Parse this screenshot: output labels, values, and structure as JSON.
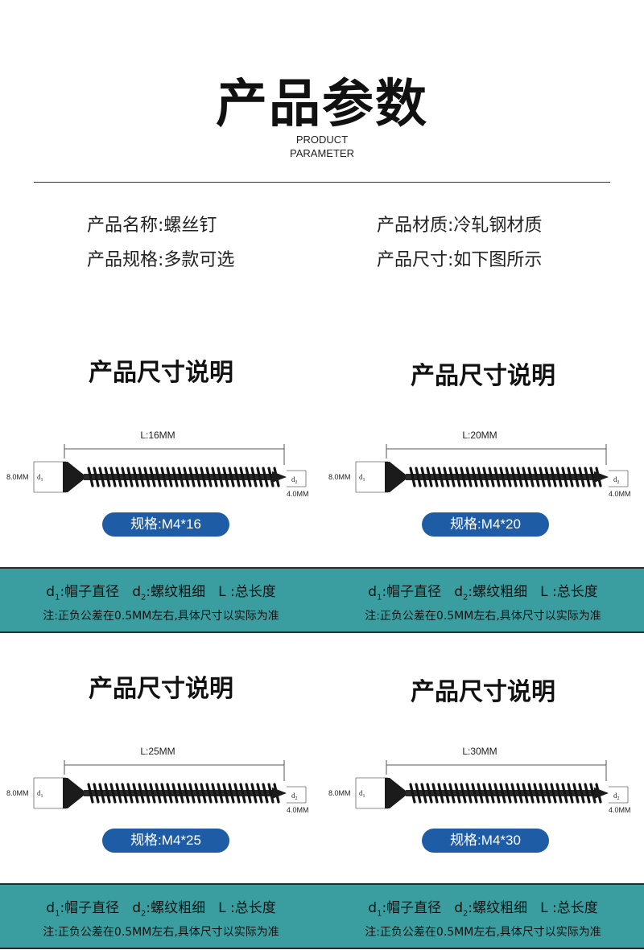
{
  "header": {
    "title": "产品参数",
    "subtitle_line1": "PRODUCT",
    "subtitle_line2": "PARAMETER"
  },
  "specs": {
    "name": "产品名称:螺丝钉",
    "material": "产品材质:冷轧钢材质",
    "variants": "产品规格:多款可选",
    "size": "产品尺寸:如下图所示"
  },
  "panels": [
    {
      "title": "产品尺寸说明",
      "length_label": "L:16MM",
      "head_dim": "8.0MM",
      "thread_dim": "4.0MM",
      "d1": "d",
      "d1_sub": "1",
      "d2": "d",
      "d2_sub": "2",
      "badge": "规格:M4*16"
    },
    {
      "title": "产品尺寸说明",
      "length_label": "L:20MM",
      "head_dim": "8.0MM",
      "thread_dim": "4.0MM",
      "d1": "d",
      "d1_sub": "1",
      "d2": "d",
      "d2_sub": "2",
      "badge": "规格:M4*20"
    },
    {
      "title": "产品尺寸说明",
      "length_label": "L:25MM",
      "head_dim": "8.0MM",
      "thread_dim": "4.0MM",
      "d1": "d",
      "d1_sub": "1",
      "d2": "d",
      "d2_sub": "2",
      "badge": "规格:M4*25"
    },
    {
      "title": "产品尺寸说明",
      "length_label": "L:30MM",
      "head_dim": "8.0MM",
      "thread_dim": "4.0MM",
      "d1": "d",
      "d1_sub": "1",
      "d2": "d",
      "d2_sub": "2",
      "badge": "规格:M4*30"
    }
  ],
  "legend": {
    "d1_prefix": "d",
    "d1_sub": "1",
    "d1_text": ":帽子直径",
    "d2_prefix": "d",
    "d2_sub": "2",
    "d2_text": ":螺纹粗细",
    "l_text": "L :总长度",
    "note": "注:正负公差在0.5MM左右,具体尺寸以实际为准"
  },
  "colors": {
    "badge": "#1f5ca6",
    "band": "#3a9ea1",
    "screw": "#1b1b1b"
  }
}
